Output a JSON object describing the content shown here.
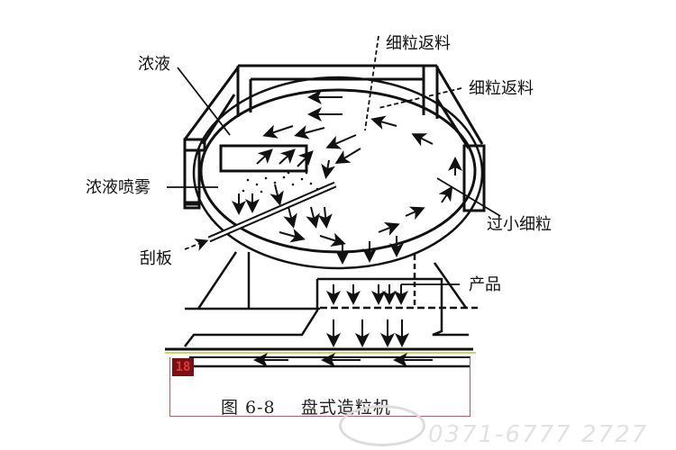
{
  "figure": {
    "number_label": "图 6-8",
    "title": "盘式造粒机",
    "page_badge": "18"
  },
  "labels": {
    "concentrate_liquid": "浓液",
    "concentrate_spray": "浓液喷雾",
    "scraper": "刮板",
    "fine_return_1": "细粒返料",
    "fine_return_2": "细粒返料",
    "undersize_fines": "过小细粒",
    "product": "产品"
  },
  "watermark": {
    "phone": "0371-6777 2727"
  },
  "colors": {
    "line": "#111111",
    "caption_border": "#b2606a",
    "badge_bg": "#7a0f14",
    "badge_text": "#e23a3a",
    "conveyor_highlight": "#b8c43a",
    "watermark": "#e2e2e2"
  }
}
